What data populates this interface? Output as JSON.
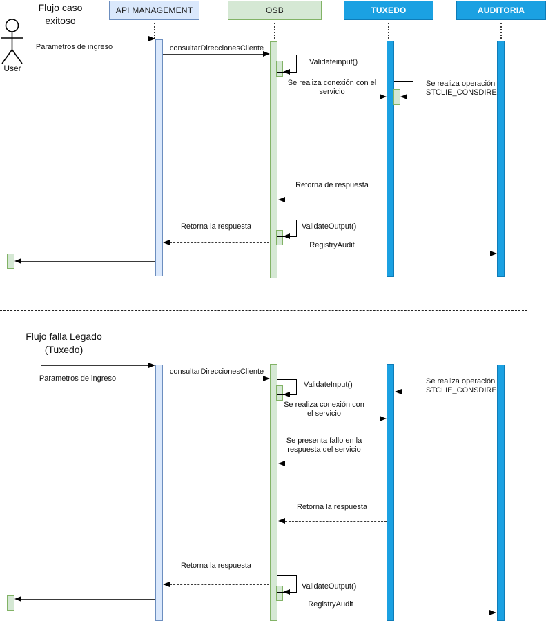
{
  "participants": {
    "api": "API MANAGEMENT",
    "osb": "OSB",
    "tuxedo": "TUXEDO",
    "auditoria": "AUDITORIA"
  },
  "actor": {
    "label": "User"
  },
  "colors": {
    "lightblue_fill": "#dae8fc",
    "lightblue_border": "#6c8ebf",
    "green_fill": "#d5e8d4",
    "green_border": "#82b366",
    "blue_fill": "#1ba1e2",
    "blue_border": "#0e7cb8"
  },
  "flow1": {
    "title": "Flujo caso\nexitoso",
    "msg_parametros": "Parametros de ingreso",
    "msg_consultar": "consultarDireccionesCliente",
    "msg_validate_input": "Validateinput()",
    "msg_conexion": "Se realiza conexión con el\nservicio",
    "msg_operacion": "Se realiza operación\nSTCLIE_CONSDIRE",
    "msg_retorna_osb": "Retorna de respuesta",
    "msg_validate_output": "ValidateOutput()",
    "msg_retorna_api": "Retorna la respuesta",
    "msg_registry_audit": "RegistryAudit"
  },
  "flow2": {
    "title": "Flujo falla Legado\n(Tuxedo)",
    "msg_parametros": "Parametros de ingreso",
    "msg_consultar": "consultarDireccionesCliente",
    "msg_validate_input": "ValidateInput()",
    "msg_operacion": "Se realiza operación\nSTCLIE_CONSDIRE",
    "msg_conexion": "Se realiza conexión con\nel servicio",
    "msg_fallo": "Se presenta fallo en la\nrespuesta del servicio",
    "msg_retorna_osb": "Retorna la respuesta",
    "msg_retorna_api": "Retorna la respuesta",
    "msg_validate_output": "ValidateOutput()",
    "msg_registry_audit": "RegistryAudit"
  }
}
